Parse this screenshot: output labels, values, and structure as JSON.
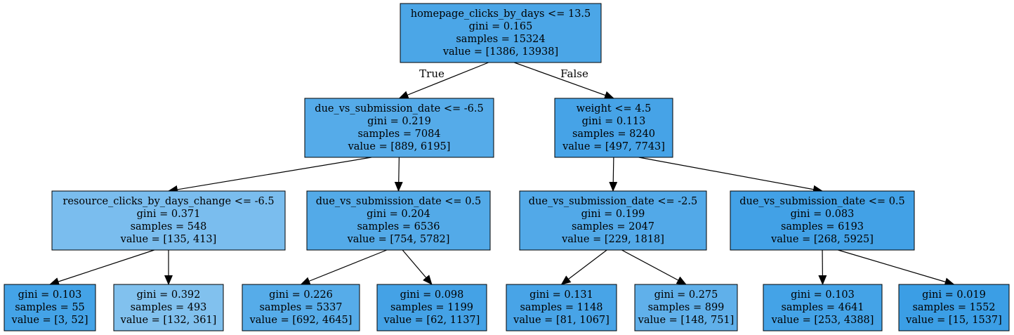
{
  "tree": {
    "edge_labels": {
      "left": "True",
      "right": "False"
    },
    "nodes": [
      {
        "id": "n0",
        "lines": [
          "homepage_clicks_by_days <= 13.5",
          "gini = 0.165",
          "samples = 15324",
          "value = [1386, 13938]"
        ],
        "fill": "#4ba6e7"
      },
      {
        "id": "n1",
        "lines": [
          "due_vs_submission_date <= -6.5",
          "gini = 0.219",
          "samples = 7084",
          "value = [889, 6195]"
        ],
        "fill": "#55abe9"
      },
      {
        "id": "n2",
        "lines": [
          "weight <= 4.5",
          "gini = 0.113",
          "samples = 8240",
          "value = [497, 7743]"
        ],
        "fill": "#46a3e7"
      },
      {
        "id": "n3",
        "lines": [
          "resource_clicks_by_days_change <= -6.5",
          "gini = 0.371",
          "samples = 548",
          "value = [135, 413]"
        ],
        "fill": "#7abdee"
      },
      {
        "id": "n4",
        "lines": [
          "due_vs_submission_date <= 0.5",
          "gini = 0.204",
          "samples = 6536",
          "value = [754, 5782]"
        ],
        "fill": "#53aae8"
      },
      {
        "id": "n5",
        "lines": [
          "due_vs_submission_date <= -2.5",
          "gini = 0.199",
          "samples = 2047",
          "value = [229, 1818]"
        ],
        "fill": "#52a9e8"
      },
      {
        "id": "n6",
        "lines": [
          "due_vs_submission_date <= 0.5",
          "gini = 0.083",
          "samples = 6193",
          "value = [268, 5925]"
        ],
        "fill": "#42a1e6"
      },
      {
        "id": "n7",
        "lines": [
          "gini = 0.103",
          "samples = 55",
          "value = [3, 52]"
        ],
        "fill": "#44a3e7"
      },
      {
        "id": "n8",
        "lines": [
          "gini = 0.392",
          "samples = 493",
          "value = [132, 361]"
        ],
        "fill": "#81c1ee"
      },
      {
        "id": "n9",
        "lines": [
          "gini = 0.226",
          "samples = 5337",
          "value = [692, 4645]"
        ],
        "fill": "#56ace9"
      },
      {
        "id": "n10",
        "lines": [
          "gini = 0.098",
          "samples = 1199",
          "value = [62, 1137]"
        ],
        "fill": "#44a2e6"
      },
      {
        "id": "n11",
        "lines": [
          "gini = 0.131",
          "samples = 1148",
          "value = [81, 1067]"
        ],
        "fill": "#48a4e7"
      },
      {
        "id": "n12",
        "lines": [
          "gini = 0.275",
          "samples = 899",
          "value = [148, 751]"
        ],
        "fill": "#60b0ea"
      },
      {
        "id": "n13",
        "lines": [
          "gini = 0.103",
          "samples = 4641",
          "value = [253, 4388]"
        ],
        "fill": "#44a3e7"
      },
      {
        "id": "n14",
        "lines": [
          "gini = 0.019",
          "samples = 1552",
          "value = [15, 1537]"
        ],
        "fill": "#3b9ee5"
      }
    ],
    "edges": [
      [
        "n0",
        "n1"
      ],
      [
        "n0",
        "n2"
      ],
      [
        "n1",
        "n3"
      ],
      [
        "n1",
        "n4"
      ],
      [
        "n2",
        "n5"
      ],
      [
        "n2",
        "n6"
      ],
      [
        "n3",
        "n7"
      ],
      [
        "n3",
        "n8"
      ],
      [
        "n4",
        "n9"
      ],
      [
        "n4",
        "n10"
      ],
      [
        "n5",
        "n11"
      ],
      [
        "n5",
        "n12"
      ],
      [
        "n6",
        "n13"
      ],
      [
        "n6",
        "n14"
      ]
    ]
  }
}
